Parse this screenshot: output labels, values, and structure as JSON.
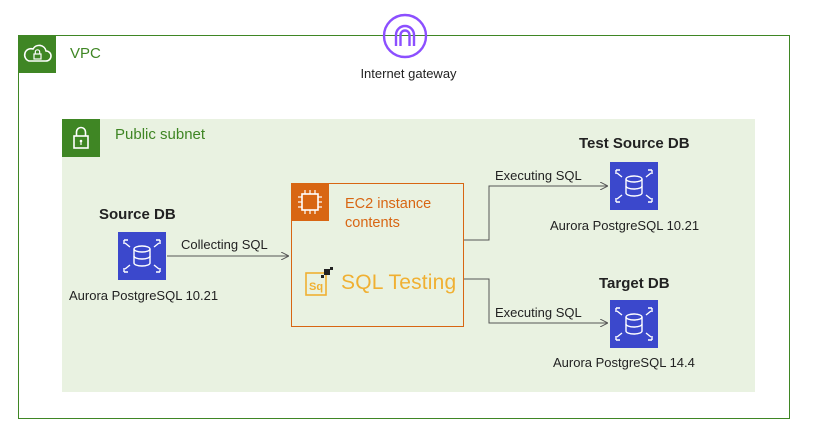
{
  "vpc": {
    "label": "VPC"
  },
  "internet_gateway": {
    "label": "Internet gateway"
  },
  "subnet": {
    "label": "Public subnet"
  },
  "ec2": {
    "label_line1": "EC2 instance",
    "label_line2": "contents",
    "tool": "SQL Testing"
  },
  "source_db": {
    "title": "Source DB",
    "engine": "Aurora PostgreSQL 10.21"
  },
  "test_source_db": {
    "title": "Test Source DB",
    "engine": "Aurora PostgreSQL 10.21"
  },
  "target_db": {
    "title": "Target DB",
    "engine": "Aurora PostgreSQL 14.4"
  },
  "edges": {
    "collecting": "Collecting SQL",
    "executing_test": "Executing SQL",
    "executing_target": "Executing SQL"
  },
  "colors": {
    "vpc_green": "#3f8624",
    "subnet_bg": "#e9f2e1",
    "ec2_orange": "#d86613",
    "rds_blue": "#3b48cc",
    "igw_purple": "#8c4fff",
    "sql_yellow": "#f0b032"
  }
}
